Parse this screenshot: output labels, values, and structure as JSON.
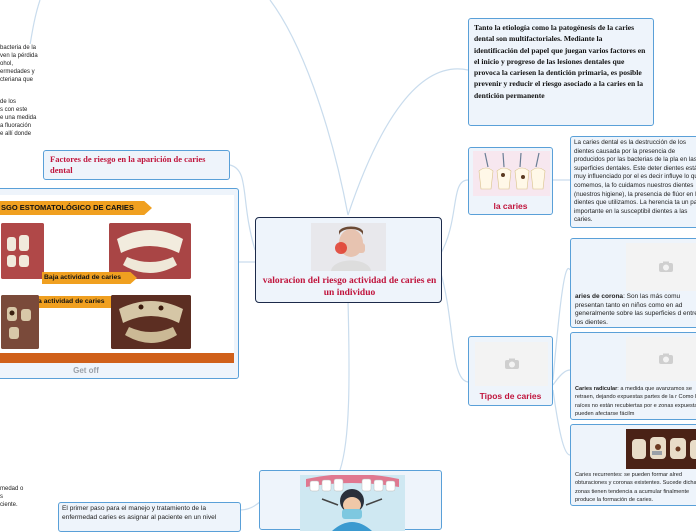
{
  "central": {
    "title": "valoracion del riesgo actividad de caries en un individuo"
  },
  "top_right_note": {
    "text": "Tanto la etiología como la patogénesis de la caries dental son multifactoriales. Mediante la identificación del papel que juegan varios factores en el inicio y progreso de las lesiones dentales que provoca la cariesen la dentición primaria, es posible prevenir y reducir el riesgo asociado a la caries en la dentición permanente"
  },
  "la_caries": {
    "label": "la caries",
    "description": "La caries dental es la destrucción de los dientes causada por la presencia de producidos por las bacterias de la pla en las superficies dentales. Este deter dientes está muy influenciado por el es decir influye lo que comemos, la fo cuidamos nuestros dientes (nuestros higiene), la presencia de flúor en la s dientes que utilizamos. La herencia ta un papel importante en la susceptibil dientes a las caries."
  },
  "tipos": {
    "label": "Tipos de caries",
    "corona_title": "aries de corona",
    "corona_text": ": Son las más comu presentan tanto en niños como en ad generalmente sobre las superficies d entre los dientes.",
    "radicular_title": "Caries radicular",
    "radicular_text": ": a medida que avanzamos se retraen, dejando expuestas partes de la r Como las raíces no están recubiertas por e zonas expuestas pueden afectarse fácilm",
    "recurrentes_text": "Caries recurrentes: se pueden formar alred obturaciones y coronas existentes. Sucede dichas zonas tienen tendencia a acumular finalmente produce la formación de caries."
  },
  "factores": {
    "label": "Factores de riesgo en la aparición de caries dental"
  },
  "riesgo_panel": {
    "banner": "SGO ESTOMATOLÓGICO DE CARIES",
    "baja": "Baja actividad de caries",
    "alta": "Alta actividad de caries",
    "footer": "Get off"
  },
  "left_text_top": {
    "lines": [
      "bacteria de la",
      "ven la pérdida",
      "ohol,",
      "ermedades y",
      "cteriana que",
      "",
      "",
      "de los",
      "s con este",
      "e una medida",
      "a fluoración",
      "e allí donde"
    ]
  },
  "left_text_bottom": {
    "lines": [
      "medad o",
      "s",
      "ciente."
    ]
  },
  "bottom_note": {
    "text": "El primer paso para el manejo y tratamiento de la enfermedad caries es asignar al paciente en un nivel"
  },
  "colors": {
    "accent_red": "#c0143c",
    "border_blue": "#5aa0d8",
    "banner_orange": "#f0a020",
    "footer_orange": "#d0601a"
  }
}
